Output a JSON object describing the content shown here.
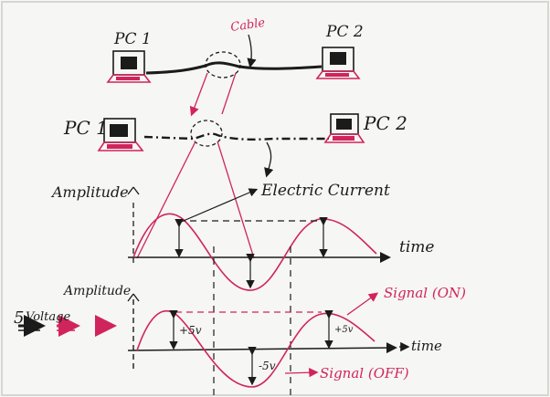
{
  "labels": {
    "pc1_top": "PC 1",
    "pc2_top": "PC 2",
    "cable": "Cable",
    "pc1_mid": "PC 1",
    "pc2_mid": "PC 2",
    "electric_current": "Electric Current",
    "amplitude_top": "Amplitude",
    "time_top": "time",
    "amplitude_bottom": "Amplitude",
    "voltage_prefix": "5",
    "voltage": "Voltage",
    "plus_5v_left": "+5v",
    "plus_5v_right": "+5v",
    "minus_5v": "-5v",
    "time_bottom": "time",
    "signal_on": "Signal (ON)",
    "signal_off": "Signal (OFF)"
  },
  "colors": {
    "ink": "#1b1b1b",
    "accent": "#d0245d",
    "paper": "#f6f6f4"
  }
}
